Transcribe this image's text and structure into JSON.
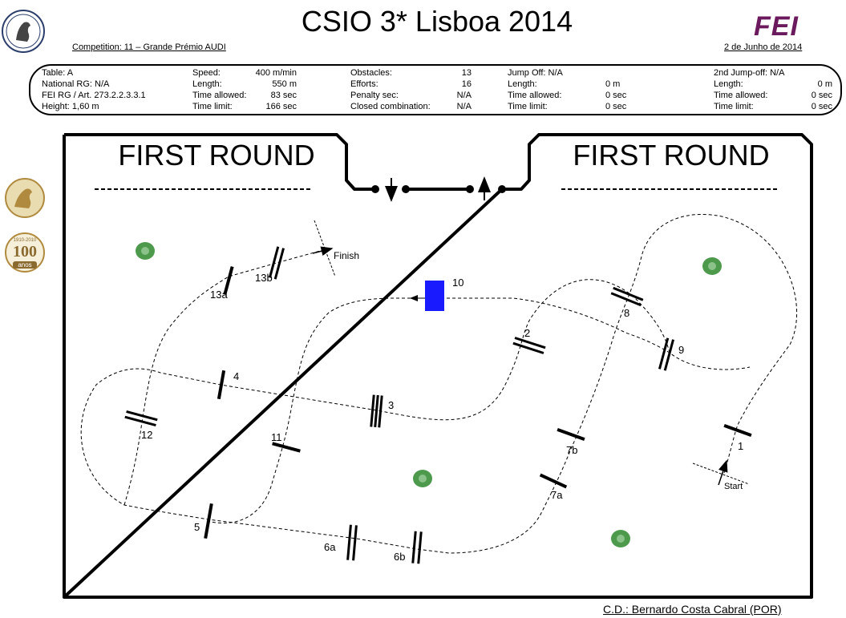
{
  "header": {
    "title": "CSIO 3* Lisboa 2014",
    "competition": "Competition: 11 – Grande Prémio AUDI",
    "date": "2 de Junho de 2014",
    "fei_logo_text": "FEI"
  },
  "info": {
    "col1": [
      "Table: A",
      "National RG: N/A",
      "FEI RG / Art. 273.2.2.3.3.1",
      "Height: 1,60 m"
    ],
    "col2_labels": [
      "Speed:",
      "Length:",
      "Time allowed:",
      "Time limit:"
    ],
    "col2_values": [
      "400 m/min",
      "550 m",
      "83 sec",
      "166 sec"
    ],
    "col3_labels": [
      "Obstacles:",
      "Efforts:",
      "Penalty sec:",
      "Closed combination:"
    ],
    "col3_values": [
      "13",
      "16",
      "N/A",
      "N/A"
    ],
    "col4_labels": [
      "Jump Off: N/A",
      "Length:",
      "Time allowed:",
      "Time limit:"
    ],
    "col4_values": [
      "",
      "0 m",
      "0 sec",
      "0 sec"
    ],
    "col5_labels": [
      "2nd Jump-off: N/A",
      "Length:",
      "Time allowed:",
      "Time limit:"
    ],
    "col5_values": [
      "",
      "0 m",
      "0 sec",
      "0 sec"
    ]
  },
  "arena": {
    "left_heading": "FIRST ROUND",
    "right_heading": "FIRST ROUND",
    "start_label": "Start",
    "finish_label": "Finish",
    "obstacle_labels": [
      "1",
      "2",
      "3",
      "4",
      "5",
      "6a",
      "6b",
      "7a",
      "7b",
      "8",
      "9",
      "10",
      "11",
      "12",
      "13a",
      "13b"
    ],
    "water_color": "#1a1aff",
    "bush_color": "#4d9a4d"
  },
  "footer": {
    "designer": "C.D.: Bernardo Costa Cabral (POR)"
  },
  "logos": {
    "badge_years": "1910-2010",
    "badge_big": "100",
    "badge_sub": "anos"
  }
}
